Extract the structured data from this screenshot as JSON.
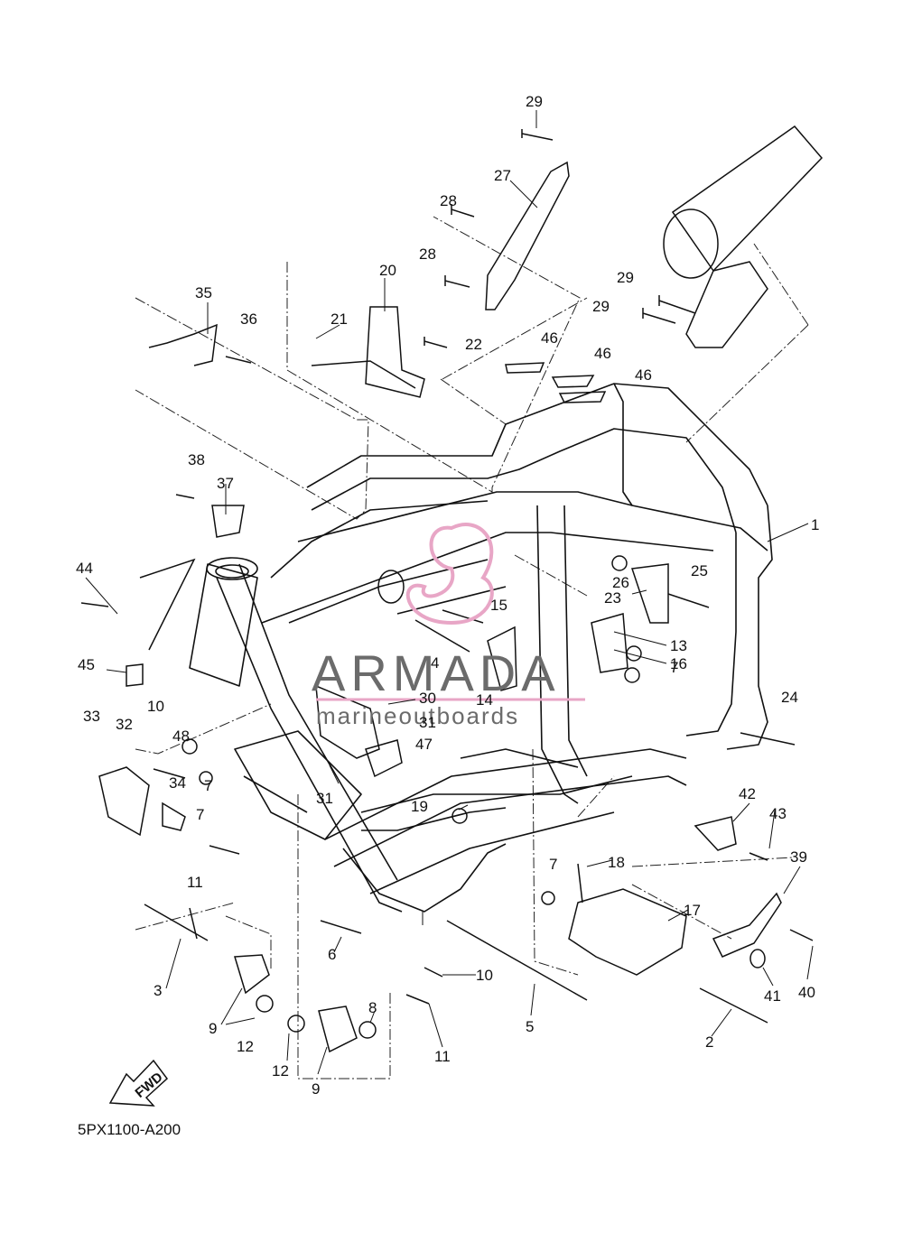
{
  "diagram": {
    "code": "5PX1100-A200",
    "fwd_label": "FWD",
    "callouts": [
      "1",
      "2",
      "3",
      "4",
      "5",
      "6",
      "7",
      "7",
      "7",
      "7",
      "8",
      "9",
      "9",
      "10",
      "10",
      "11",
      "11",
      "12",
      "12",
      "13",
      "14",
      "15",
      "16",
      "17",
      "18",
      "19",
      "20",
      "21",
      "22",
      "23",
      "24",
      "25",
      "26",
      "27",
      "28",
      "28",
      "29",
      "29",
      "29",
      "30",
      "31",
      "31",
      "32",
      "33",
      "34",
      "35",
      "36",
      "37",
      "38",
      "39",
      "40",
      "41",
      "42",
      "43",
      "44",
      "45",
      "46",
      "46",
      "46",
      "47",
      "48"
    ]
  },
  "watermark": {
    "brand": "ARMADA",
    "tagline": "marineoutboards",
    "accent_color": "#e8a6c6"
  }
}
